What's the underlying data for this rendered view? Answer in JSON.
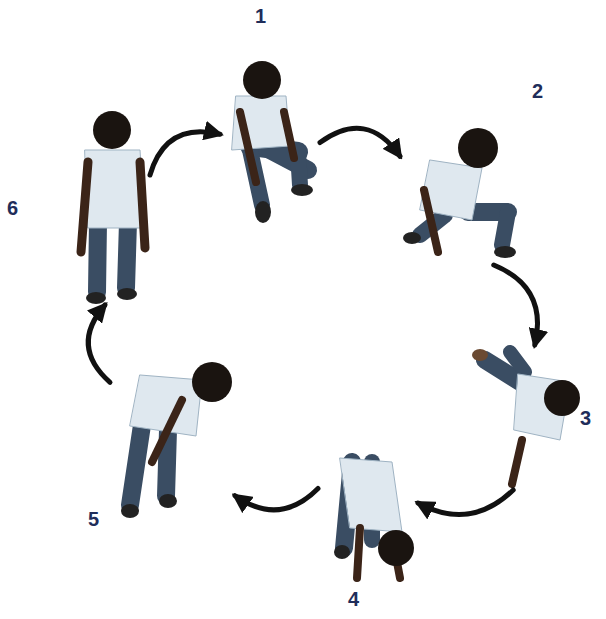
{
  "diagram": {
    "nodes": [
      {
        "text": [
          "1"
        ]
      },
      {
        "text": [
          "2"
        ]
      },
      {
        "text": [
          "3"
        ]
      },
      {
        "text": [
          "4"
        ]
      },
      {
        "text": [
          "5"
        ]
      },
      {
        "text": [
          "6"
        ]
      }
    ],
    "edges": [
      {
        "from": 0,
        "to": 1,
        "arrow": "to"
      },
      {
        "from": 1,
        "to": 2,
        "arrow": "to"
      },
      {
        "from": 2,
        "to": 3,
        "arrow": "to"
      },
      {
        "from": 3,
        "to": 4,
        "arrow": "to"
      },
      {
        "from": 4,
        "to": 5,
        "arrow": "to"
      },
      {
        "from": 5,
        "to": 0,
        "arrow": "to"
      }
    ]
  }
}
